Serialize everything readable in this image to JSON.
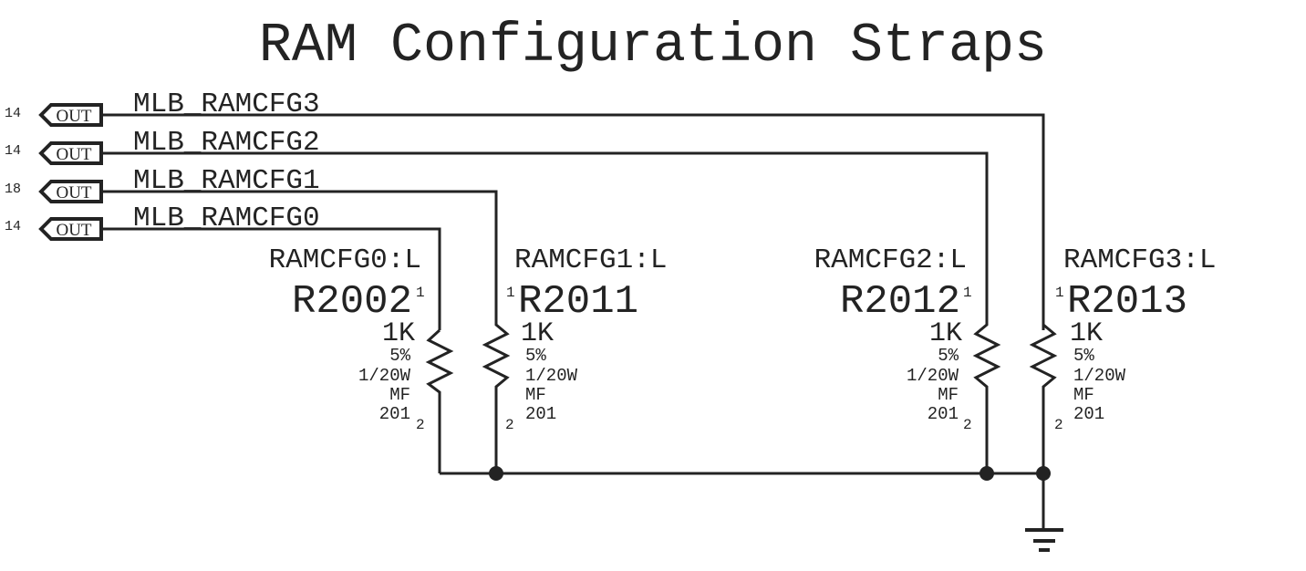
{
  "title": "RAM Configuration Straps",
  "colors": {
    "ink": "#232323",
    "background": "#ffffff"
  },
  "ports": [
    {
      "page_ref": "14",
      "direction": "OUT",
      "net": "MLB_RAMCFG3"
    },
    {
      "page_ref": "14",
      "direction": "OUT",
      "net": "MLB_RAMCFG2"
    },
    {
      "page_ref": "18",
      "direction": "OUT",
      "net": "MLB_RAMCFG1"
    },
    {
      "page_ref": "14",
      "direction": "OUT",
      "net": "MLB_RAMCFG0"
    }
  ],
  "resistors": [
    {
      "stuff": "RAMCFG0:L",
      "refdes": "R2002",
      "value": "1K",
      "tolerance": "5%",
      "power": "1/20W",
      "type": "MF",
      "package": "201",
      "pin1": "1",
      "pin2": "2",
      "net": "MLB_RAMCFG0"
    },
    {
      "stuff": "RAMCFG1:L",
      "refdes": "R2011",
      "value": "1K",
      "tolerance": "5%",
      "power": "1/20W",
      "type": "MF",
      "package": "201",
      "pin1": "1",
      "pin2": "2",
      "net": "MLB_RAMCFG1"
    },
    {
      "stuff": "RAMCFG2:L",
      "refdes": "R2012",
      "value": "1K",
      "tolerance": "5%",
      "power": "1/20W",
      "type": "MF",
      "package": "201",
      "pin1": "1",
      "pin2": "2",
      "net": "MLB_RAMCFG2"
    },
    {
      "stuff": "RAMCFG3:L",
      "refdes": "R2013",
      "value": "1K",
      "tolerance": "5%",
      "power": "1/20W",
      "type": "MF",
      "package": "201",
      "pin1": "1",
      "pin2": "2",
      "net": "MLB_RAMCFG3"
    }
  ],
  "ground": {
    "symbol": "ground-icon"
  }
}
